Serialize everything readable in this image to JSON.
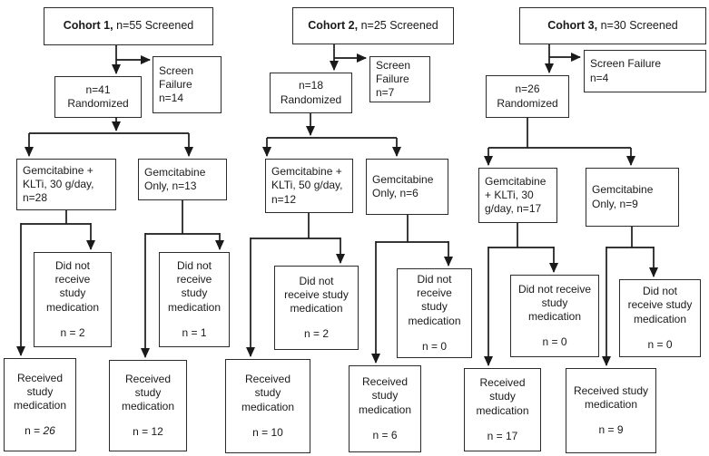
{
  "figure_title": "Patient disposition flow diagram (3 cohorts)",
  "colors": {
    "box_border": "#2b2b2b",
    "connector_line": "#1a1a1a",
    "background": "#ffffff",
    "text": "#1a1a1a"
  },
  "cohorts": [
    {
      "screened_bold": "Cohort 1,",
      "screened_rest": " n=55 Screened",
      "screen_failure_label": "Screen Failure",
      "screen_failure_n": "n=14",
      "randomized_n": "n=41",
      "randomized_label": "Randomized",
      "arms": [
        {
          "label": "Gemcitabine + KLTi, 30 g/day, n=28",
          "dnr_text": "Did not receive study medication",
          "dnr_n": "n = 2",
          "recv_text": "Received study medication",
          "recv_prefix": "n = ",
          "recv_value": "26"
        },
        {
          "label": "Gemcitabine Only, n=13",
          "dnr_text": "Did not receive study medication",
          "dnr_n": "n = 1",
          "recv_text": "Received study medication",
          "recv_prefix": "n = ",
          "recv_value": "12"
        }
      ]
    },
    {
      "screened_bold": "Cohort 2,",
      "screened_rest": " n=25 Screened",
      "screen_failure_label": "Screen Failure",
      "screen_failure_n": "n=7",
      "randomized_n": "n=18",
      "randomized_label": "Randomized",
      "arms": [
        {
          "label": "Gemcitabine + KLTi, 50 g/day, n=12",
          "dnr_text": "Did not receive study medication",
          "dnr_n": "n = 2",
          "recv_text": "Received study medication",
          "recv_prefix": "n = ",
          "recv_value": "10"
        },
        {
          "label": "Gemcitabine Only, n=6",
          "dnr_text": "Did not receive study medication",
          "dnr_n": "n = 0",
          "recv_text": "Received study medication",
          "recv_prefix": "n = ",
          "recv_value": "6"
        }
      ]
    },
    {
      "screened_bold": "Cohort 3,",
      "screened_rest": " n=30 Screened",
      "screen_failure_label": "Screen Failure",
      "screen_failure_n": "n=4",
      "randomized_n": "n=26",
      "randomized_label": "Randomized",
      "arms": [
        {
          "label": "Gemcitabine + KLTi, 30 g/day, n=17",
          "dnr_text": "Did not receive study medication",
          "dnr_n": "n = 0",
          "recv_text": "Received study medication",
          "recv_prefix": "n = ",
          "recv_value": "17"
        },
        {
          "label": "Gemcitabine Only, n=9",
          "dnr_text": "Did not receive study medication",
          "dnr_n": "n = 0",
          "recv_text": "Received study medication",
          "recv_prefix": "n = ",
          "recv_value": "9"
        }
      ]
    }
  ]
}
